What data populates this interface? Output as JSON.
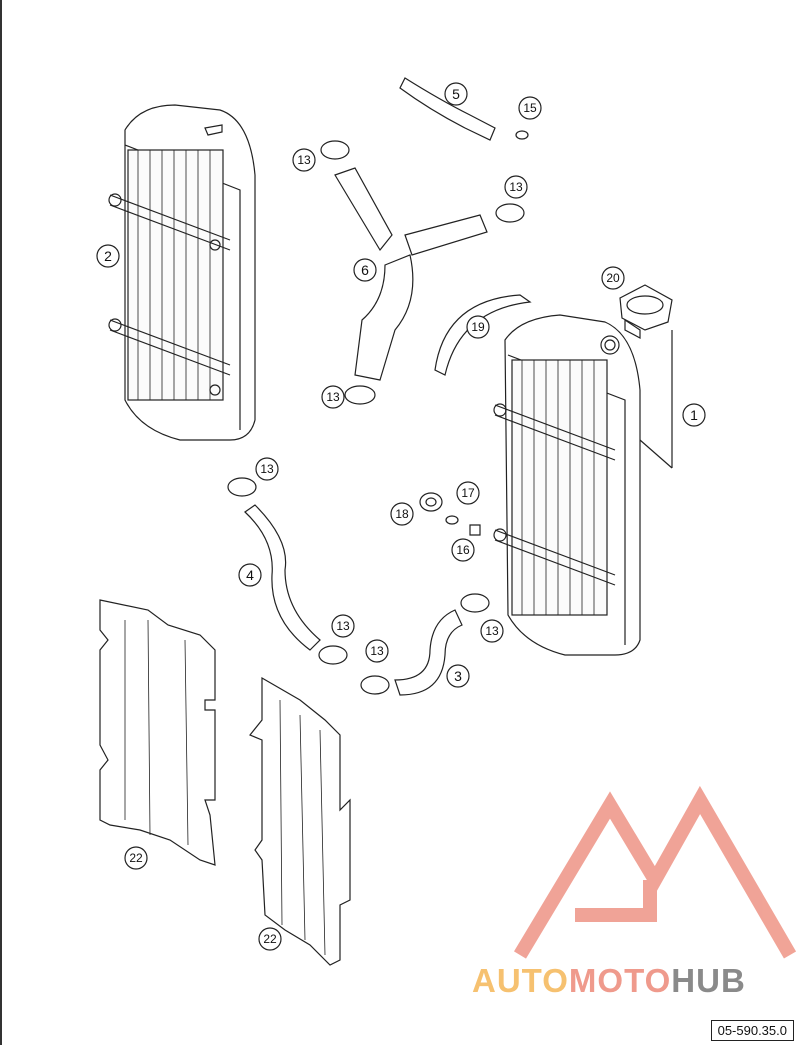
{
  "callouts": {
    "c1": "1",
    "c2": "2",
    "c3": "3",
    "c4": "4",
    "c5": "5",
    "c6": "6",
    "c13a": "13",
    "c13b": "13",
    "c13c": "13",
    "c13d": "13",
    "c13e": "13",
    "c13f": "13",
    "c13g": "13",
    "c15": "15",
    "c16": "16",
    "c17": "17",
    "c18": "18",
    "c19": "19",
    "c20": "20",
    "c22a": "22",
    "c22b": "22"
  },
  "watermark": {
    "part1": "AUTO",
    "part2": "MOTO",
    "part3": "HUB"
  },
  "reference_code": "05-590.35.0",
  "colors": {
    "line": "#222222",
    "watermark_yellow": "#f6c170",
    "watermark_red": "#ef9a8c",
    "watermark_gray": "#8a8a8a"
  }
}
